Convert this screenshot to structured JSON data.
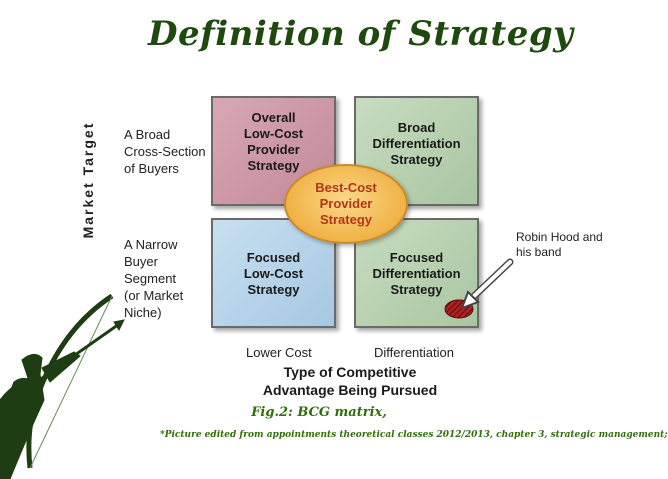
{
  "title": "Definition of Strategy",
  "y_axis_label": "Market Target",
  "row_labels": [
    "A Broad\nCross-Section\nof Buyers",
    "A Narrow\nBuyer\nSegment\n(or Market\nNiche)"
  ],
  "boxes": {
    "top_left": "Overall\nLow-Cost\nProvider\nStrategy",
    "top_right": "Broad\nDifferentiation\nStrategy",
    "bottom_left": "Focused\nLow-Cost\nStrategy",
    "bottom_right": "Focused\nDifferentiation\nStrategy",
    "center": "Best-Cost\nProvider\nStrategy"
  },
  "x_ticks": [
    "Lower Cost",
    "Differentiation"
  ],
  "x_axis_label": "Type of Competitive\nAdvantage Being Pursued",
  "annotation": "Robin Hood and\nhis band",
  "figure_caption": "Fig.2: BCG matrix,",
  "footnote": "*Picture edited from appointments theoretical classes 2012/2013, chapter 3, strategic management;",
  "colors": {
    "title": "#1f4a0f",
    "archer": "#1e3d12",
    "caption": "#2f6f0a",
    "marker": "#a01f1f"
  },
  "icons": [
    "archer-silhouette-icon",
    "arrow-icon"
  ]
}
